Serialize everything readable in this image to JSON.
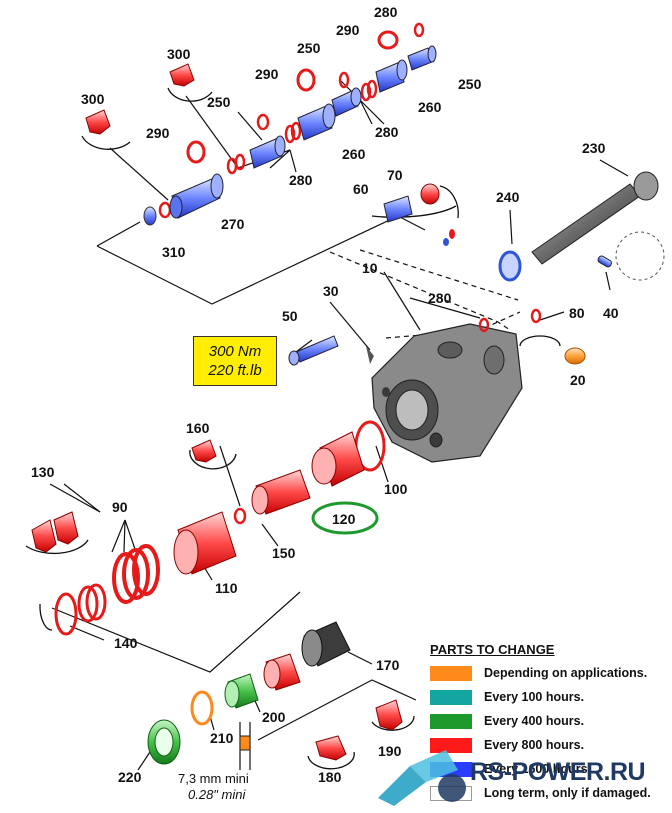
{
  "callouts": {
    "c280a": "280",
    "c290a": "290",
    "c300a": "300",
    "c250a": "250",
    "c290b": "290",
    "c250b": "250",
    "c300b": "300",
    "c250c": "250",
    "c260a": "260",
    "c280b": "280",
    "c290c": "290",
    "c260b": "260",
    "c280c": "280",
    "c270": "270",
    "c310": "310",
    "c230": "230",
    "c70": "70",
    "c60": "60",
    "c240": "240",
    "c10": "10",
    "c280d": "280",
    "c80": "80",
    "c50": "50",
    "c30": "30",
    "c40": "40",
    "c20": "20",
    "c160": "160",
    "c100": "100",
    "c130": "130",
    "c90": "90",
    "c120": "120",
    "c150": "150",
    "c110": "110",
    "c140": "140",
    "c170": "170",
    "c200": "200",
    "c210": "210",
    "c190": "190",
    "c220": "220",
    "c180": "180"
  },
  "torque": {
    "line1": "300 Nm",
    "line2": "220 ft.lb"
  },
  "dimension": {
    "line1": "7,3 mm mini",
    "line2": "0.28\" mini"
  },
  "legend": {
    "title": "PARTS TO CHANGE",
    "items": [
      {
        "label": "Depending on applications.",
        "color": "#ff8a1c"
      },
      {
        "label": "Every 100 hours.",
        "color": "#13a5a0"
      },
      {
        "label": "Every 400 hours.",
        "color": "#1e9a2c"
      },
      {
        "label": "Every 800 hours.",
        "color": "#ff1a1a"
      },
      {
        "label": "Every 1600 hours.",
        "color": "#2a3cff"
      },
      {
        "label": "Long term, only if damaged.",
        "color": "#ffffff"
      }
    ]
  },
  "watermark": {
    "text": "RS-POWER.RU"
  },
  "colors": {
    "red": "#e51b1b",
    "blue": "#2f55d8",
    "green": "#1e9a2c",
    "orange": "#ff8a1c",
    "highlight_ring": "#1e9a2c"
  }
}
